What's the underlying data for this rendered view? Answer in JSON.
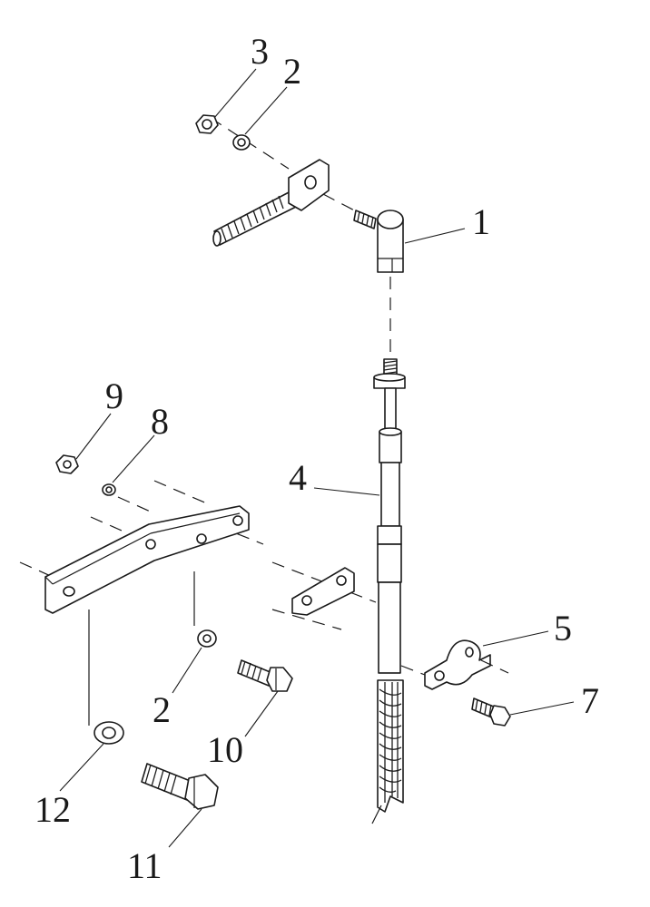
{
  "callouts": {
    "c1": "1",
    "c2_top": "2",
    "c3": "3",
    "c4": "4",
    "c5": "5",
    "c7": "7",
    "c8": "8",
    "c9": "9",
    "c2_bottom": "2",
    "c10": "10",
    "c11": "11",
    "c12": "12"
  },
  "parts": [
    {
      "callout": "1",
      "part": "cable-end-swivel"
    },
    {
      "callout": "2",
      "part": "washer"
    },
    {
      "callout": "3",
      "part": "hex-nut"
    },
    {
      "callout": "4",
      "part": "control-cable"
    },
    {
      "callout": "5",
      "part": "cable-clamp"
    },
    {
      "callout": "7",
      "part": "clamp-screw"
    },
    {
      "callout": "8",
      "part": "washer"
    },
    {
      "callout": "9",
      "part": "hex-nut"
    },
    {
      "callout": "10",
      "part": "hex-bolt"
    },
    {
      "callout": "11",
      "part": "hex-bolt"
    },
    {
      "callout": "12",
      "part": "washer"
    }
  ]
}
